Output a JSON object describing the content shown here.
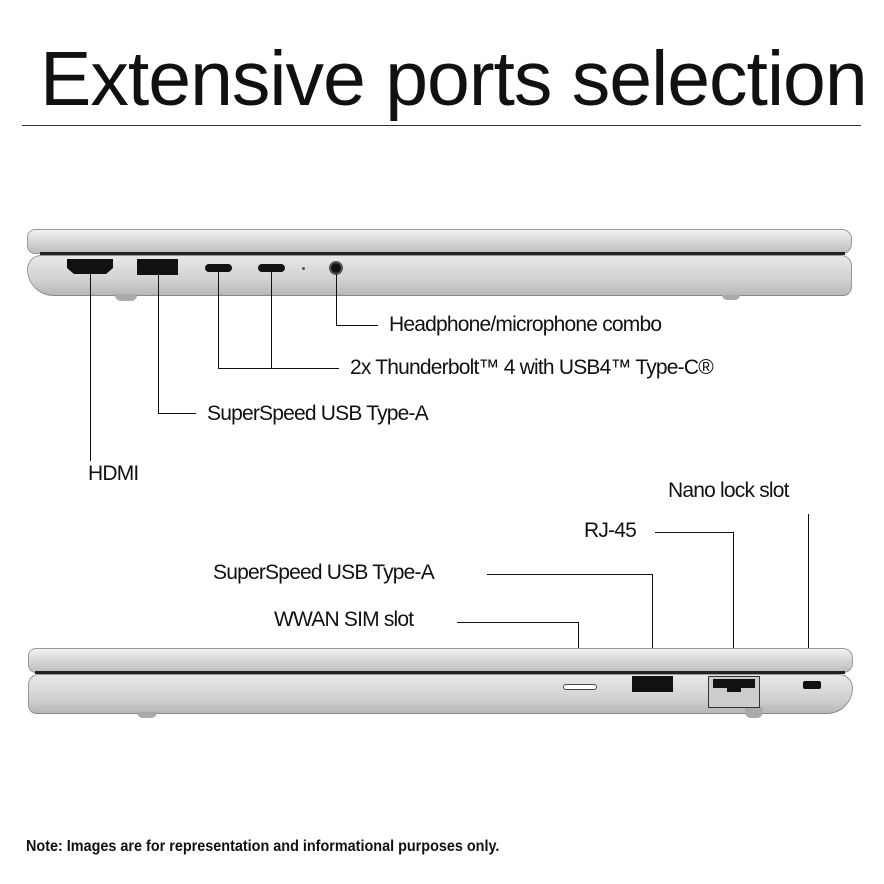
{
  "title": "Extensive ports selection",
  "left_side": {
    "labels": {
      "headphone": "Headphone/microphone combo",
      "thunderbolt": "2x Thunderbolt™ 4 with USB4™ Type-C®",
      "usb_a": "SuperSpeed USB Type-A",
      "hdmi": "HDMI"
    }
  },
  "right_side": {
    "labels": {
      "nano_lock": "Nano lock slot",
      "rj45": "RJ-45",
      "usb_a": "SuperSpeed USB Type-A",
      "sim": "WWAN SIM slot"
    }
  },
  "note": "Note: Images are for representation and informational purposes only."
}
